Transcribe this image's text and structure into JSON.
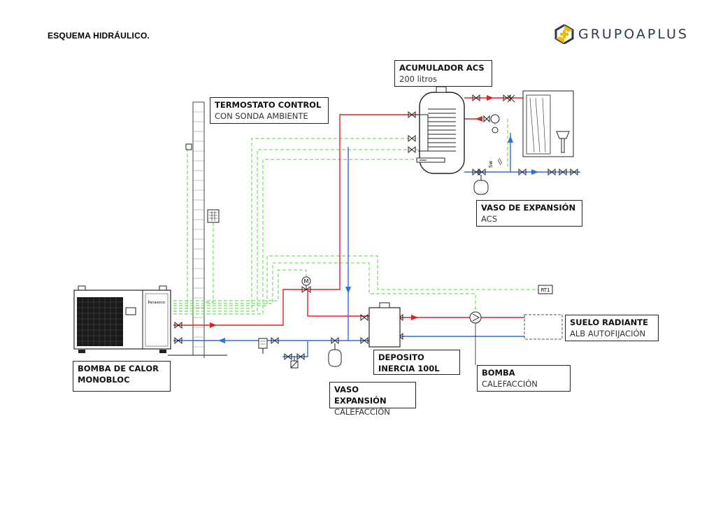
{
  "title": "ESQUEMA HIDRÁULICO.",
  "logo": {
    "text": "GRUPOAPLUS",
    "colors": {
      "yellow": "#f2b705",
      "dark": "#2b3a4a"
    }
  },
  "colors": {
    "hot": "#e02020",
    "cold": "#2f6fd6",
    "control": "#7ad96a",
    "equipment": "#222222"
  },
  "labels": {
    "acumulador": {
      "title": "ACUMULADOR ACS",
      "sub": "200 litros"
    },
    "termostato": {
      "title": "TERMOSTATO CONTROL",
      "sub": "CON SONDA AMBIENTE"
    },
    "vaso_acs": {
      "title": "VASO DE EXPANSIÓN",
      "sub": "ACS"
    },
    "bomba_calor": {
      "title": "BOMBA DE CALOR",
      "title2": "MONOBLOC"
    },
    "deposito": {
      "title": "DEPOSITO",
      "title2": "INERCIA 100L"
    },
    "vaso_calef": {
      "title": "VASO EXPANSIÓN",
      "sub": "CALEFACCIÓN"
    },
    "bomba": {
      "title": "BOMBA",
      "sub": "CALEFACCIÓN"
    },
    "suelo": {
      "title": "SUELO RADIANTE",
      "sub": "ALB AUTOFIJACIÓN"
    }
  },
  "tags": {
    "rt1": "RT1",
    "motor": "M",
    "sw": "Sw",
    "brand": "Panasonic"
  }
}
